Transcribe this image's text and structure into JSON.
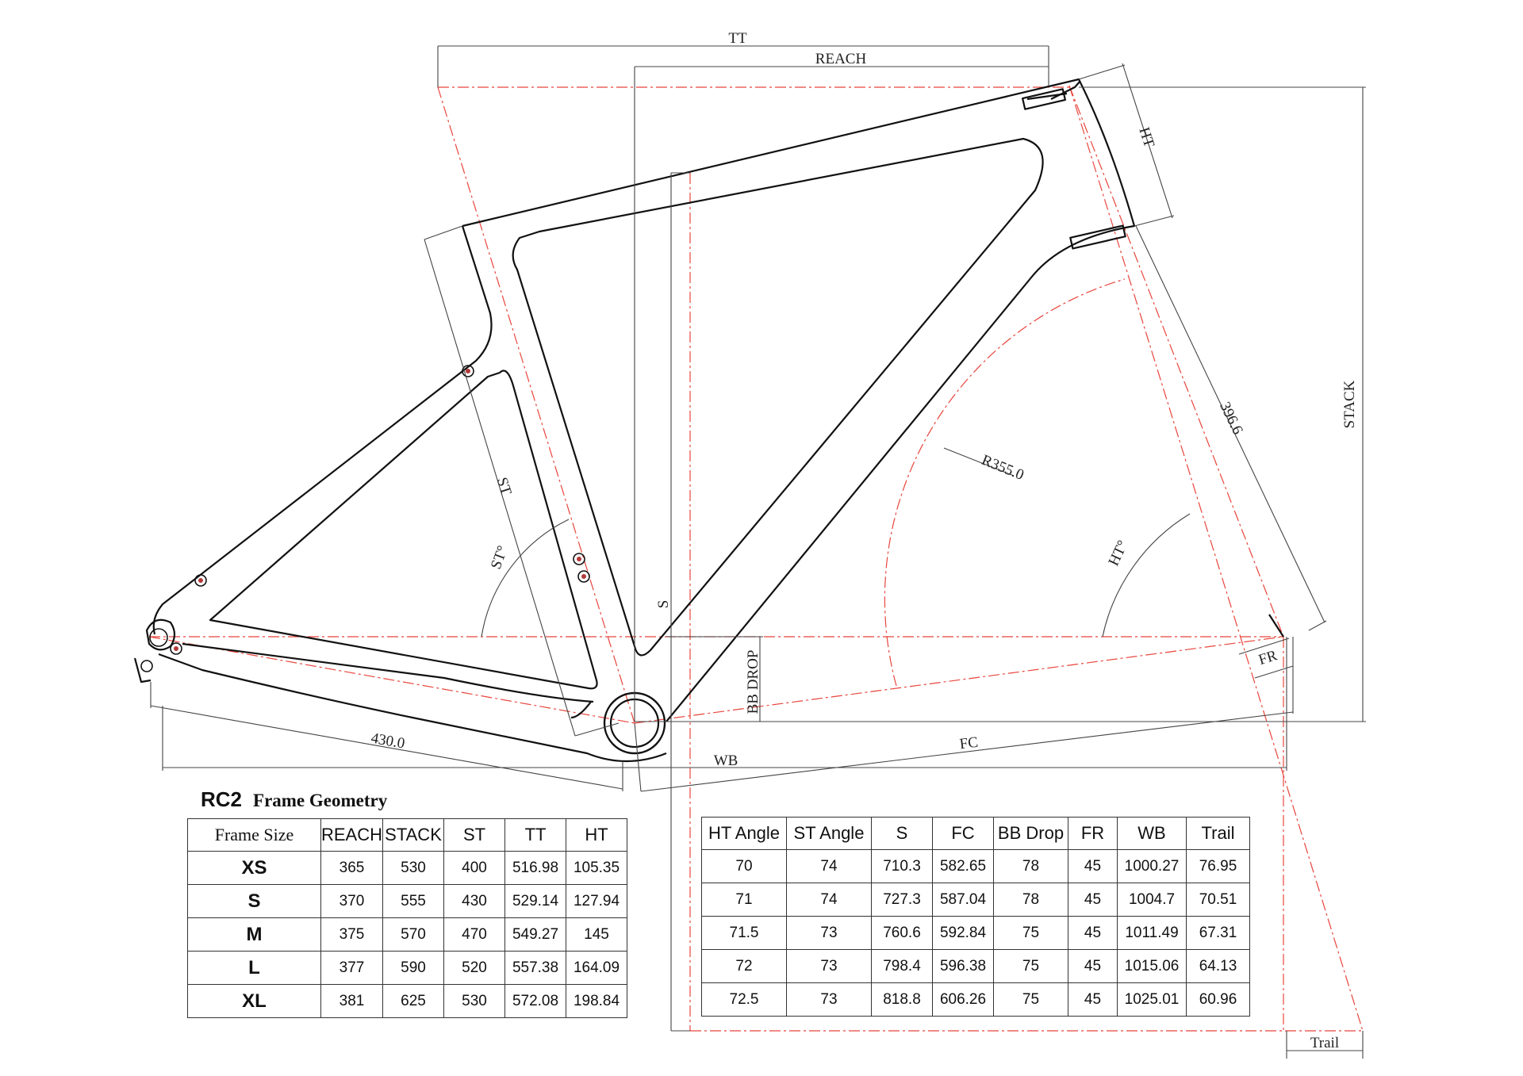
{
  "diagram": {
    "labels": {
      "tt": "TT",
      "reach": "REACH",
      "ht": "HT",
      "stack": "STACK",
      "st": "ST",
      "st_angle": "ST°",
      "ht_angle": "HT°",
      "s": "S",
      "bb_drop": "BB DROP",
      "radius": "R355.0",
      "fork_length": "396.6",
      "chainstay": "430.0",
      "wb": "WB",
      "fc": "FC",
      "fr": "FR",
      "trail": "Trail"
    },
    "colors": {
      "frame_line": "#111111",
      "dimension_line": "#444444",
      "construction_line": "#e8453c",
      "bolt": "#b23a3a"
    }
  },
  "title": {
    "model": "RC2",
    "name": "Frame Geometry"
  },
  "table_left": {
    "headers": [
      "Frame Size",
      "REACH",
      "STACK",
      "ST",
      "TT",
      "HT"
    ],
    "rows": [
      [
        "XS",
        "365",
        "530",
        "400",
        "516.98",
        "105.35"
      ],
      [
        "S",
        "370",
        "555",
        "430",
        "529.14",
        "127.94"
      ],
      [
        "M",
        "375",
        "570",
        "470",
        "549.27",
        "145"
      ],
      [
        "L",
        "377",
        "590",
        "520",
        "557.38",
        "164.09"
      ],
      [
        "XL",
        "381",
        "625",
        "530",
        "572.08",
        "198.84"
      ]
    ]
  },
  "table_right": {
    "headers": [
      "HT Angle",
      "ST Angle",
      "S",
      "FC",
      "BB Drop",
      "FR",
      "WB",
      "Trail"
    ],
    "rows": [
      [
        "70",
        "74",
        "710.3",
        "582.65",
        "78",
        "45",
        "1000.27",
        "76.95"
      ],
      [
        "71",
        "74",
        "727.3",
        "587.04",
        "78",
        "45",
        "1004.7",
        "70.51"
      ],
      [
        "71.5",
        "73",
        "760.6",
        "592.84",
        "75",
        "45",
        "1011.49",
        "67.31"
      ],
      [
        "72",
        "73",
        "798.4",
        "596.38",
        "75",
        "45",
        "1015.06",
        "64.13"
      ],
      [
        "72.5",
        "73",
        "818.8",
        "606.26",
        "75",
        "45",
        "1025.01",
        "60.96"
      ]
    ]
  }
}
